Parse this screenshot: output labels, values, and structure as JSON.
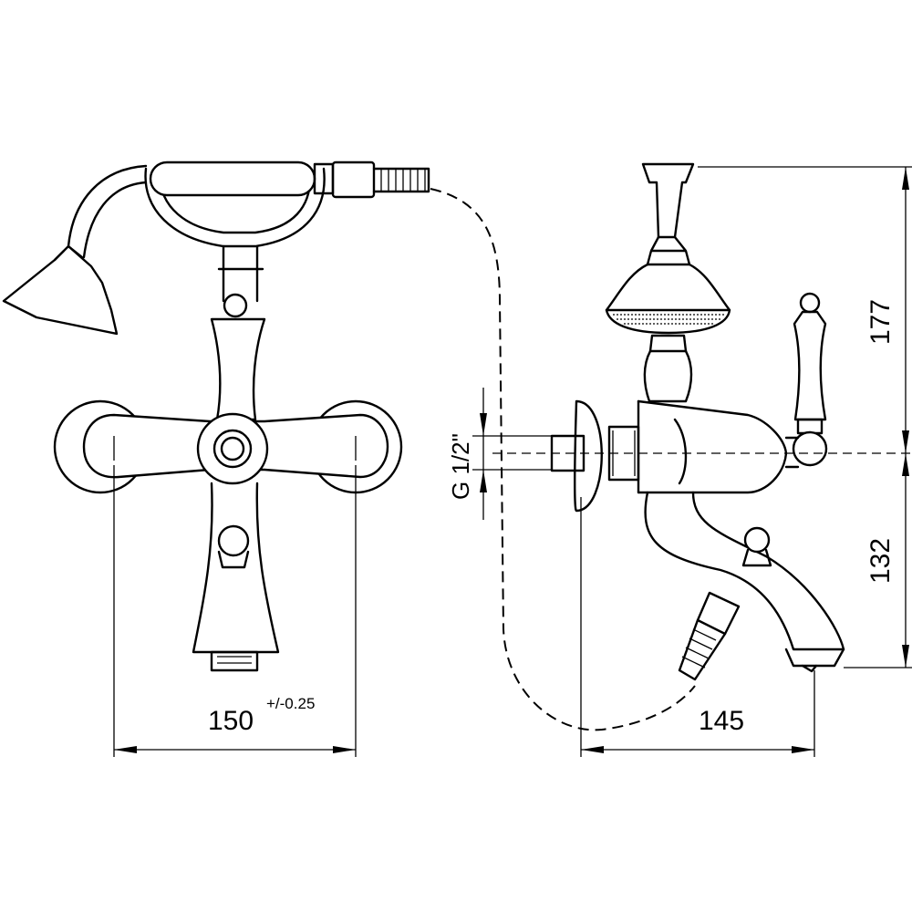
{
  "dimensions": {
    "width_left": "150",
    "tolerance": "+/-0.25",
    "projection_right": "145",
    "height_upper": "177",
    "height_lower": "132",
    "thread": "G 1/2\""
  }
}
